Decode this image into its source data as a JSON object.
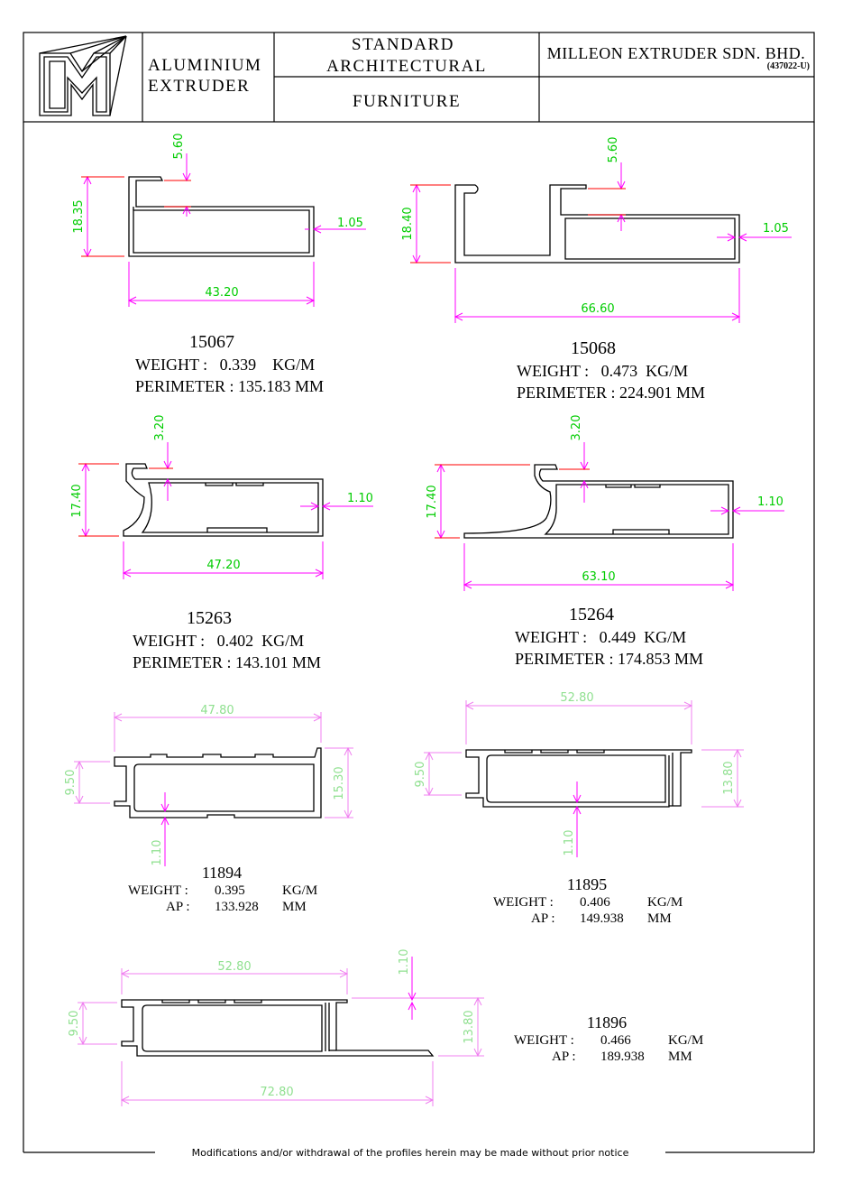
{
  "header": {
    "company_line1": "ALUMINIUM",
    "company_line2": "EXTRUDER",
    "category_line1": "STANDARD",
    "category_line2": "ARCHITECTURAL",
    "subcategory": "FURNITURE",
    "manufacturer": "MILLEON  EXTRUDER  SDN.  BHD.",
    "registration": "(437022-U)"
  },
  "profiles": [
    {
      "code": "15067",
      "weight": "WEIGHT :   0.339    KG/M",
      "perimeter": "PERIMETER : 135.183 MM",
      "dims": {
        "top": "5.60",
        "height": "18.35",
        "wall": "1.05",
        "width": "43.20"
      }
    },
    {
      "code": "15068",
      "weight": "WEIGHT :   0.473  KG/M",
      "perimeter": "PERIMETER : 224.901 MM",
      "dims": {
        "top": "5.60",
        "height": "18.40",
        "wall": "1.05",
        "width": "66.60"
      }
    },
    {
      "code": "15263",
      "weight": "WEIGHT :   0.402  KG/M",
      "perimeter": "PERIMETER : 143.101 MM",
      "dims": {
        "top": "3.20",
        "height": "17.40",
        "wall": "1.10",
        "width": "47.20"
      }
    },
    {
      "code": "15264",
      "weight": "WEIGHT :   0.449  KG/M",
      "perimeter": "PERIMETER : 174.853 MM",
      "dims": {
        "top": "3.20",
        "height": "17.40",
        "wall": "1.10",
        "width": "63.10"
      }
    },
    {
      "code": "11894",
      "weight_label": "WEIGHT :",
      "weight_value": "0.395",
      "weight_unit": "KG/M",
      "ap_label": "AP :",
      "ap_value": "133.928",
      "ap_unit": "MM",
      "dims": {
        "width": "47.80",
        "slot": "9.50",
        "height": "15.30",
        "wall": "1.10"
      }
    },
    {
      "code": "11895",
      "weight_label": "WEIGHT :",
      "weight_value": "0.406",
      "weight_unit": "KG/M",
      "ap_label": "AP :",
      "ap_value": "149.938",
      "ap_unit": "MM",
      "dims": {
        "width": "52.80",
        "slot": "9.50",
        "height": "13.80",
        "wall": "1.10"
      }
    },
    {
      "code": "11896",
      "weight_label": "WEIGHT :",
      "weight_value": "0.466",
      "weight_unit": "KG/M",
      "ap_label": "AP :",
      "ap_value": "189.938",
      "ap_unit": "MM",
      "dims": {
        "width": "52.80",
        "slot": "9.50",
        "height": "13.80",
        "wall": "1.10",
        "overall": "72.80"
      }
    }
  ],
  "footer": {
    "notice": "Modifications and/or withdrawal of the profiles herein may be made without prior notice"
  },
  "colors": {
    "line": "#000000",
    "dimension": "#ff00ff",
    "dimension_text": "#00cc00",
    "extension": "#ff0000",
    "faint_dimension": "#f080f0",
    "faint_text": "#90e090"
  }
}
